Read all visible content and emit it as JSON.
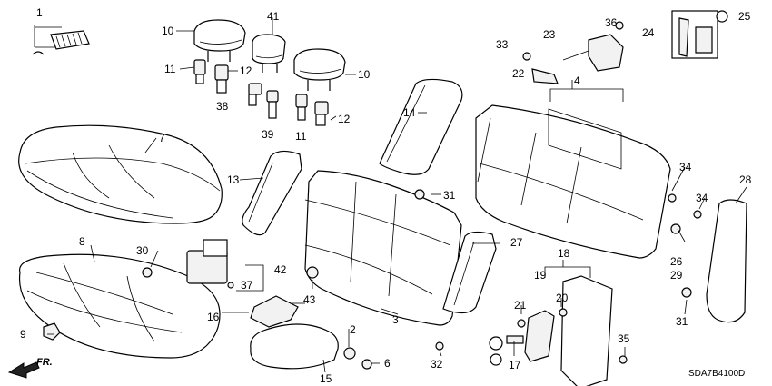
{
  "diagram_code": "SDA7B4100D",
  "direction_label": "FR.",
  "callouts": {
    "c1": "1",
    "c2": "2",
    "c3": "3",
    "c4": "4",
    "c6": "6",
    "c7": "7",
    "c8": "8",
    "c9": "9",
    "c10a": "10",
    "c10b": "10",
    "c11a": "11",
    "c11b": "11",
    "c12a": "12",
    "c12b": "12",
    "c13": "13",
    "c14": "14",
    "c15": "15",
    "c16": "16",
    "c17": "17",
    "c18": "18",
    "c19": "19",
    "c20": "20",
    "c21": "21",
    "c22": "22",
    "c23": "23",
    "c24": "24",
    "c25": "25",
    "c26": "26",
    "c27": "27",
    "c28": "28",
    "c29": "29",
    "c30": "30",
    "c31a": "31",
    "c31b": "31",
    "c32": "32",
    "c33": "33",
    "c34a": "34",
    "c34b": "34",
    "c35": "35",
    "c36": "36",
    "c37": "37",
    "c38": "38",
    "c39": "39",
    "c41": "41",
    "c42": "42",
    "c43": "43"
  }
}
